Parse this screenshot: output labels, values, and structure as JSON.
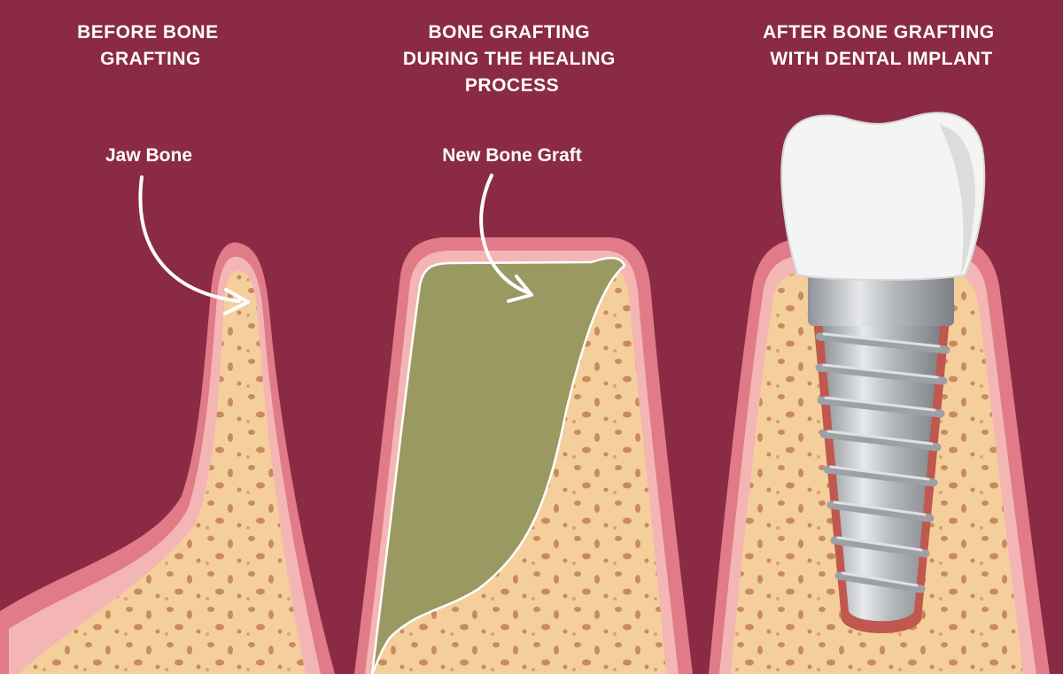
{
  "panels": [
    {
      "title_lines": [
        "BEFORE BONE",
        "GRAFTING"
      ],
      "label": "Jaw Bone"
    },
    {
      "title_lines": [
        "BONE GRAFTING",
        "DURING THE HEALING",
        "PROCESS"
      ],
      "label": "New Bone Graft"
    },
    {
      "title_lines": [
        "AFTER BONE GRAFTING",
        "WITH DENTAL IMPLANT"
      ]
    }
  ],
  "colors": {
    "background": "#8b2a45",
    "gum_outer": "#e07b87",
    "gum_inner": "#f4b6b4",
    "bone": "#f5cf9b",
    "bone_spots": "#c98a5f",
    "graft": "#9a9962",
    "implant": "#b9bcc0",
    "crown": "#f4f4f4"
  }
}
